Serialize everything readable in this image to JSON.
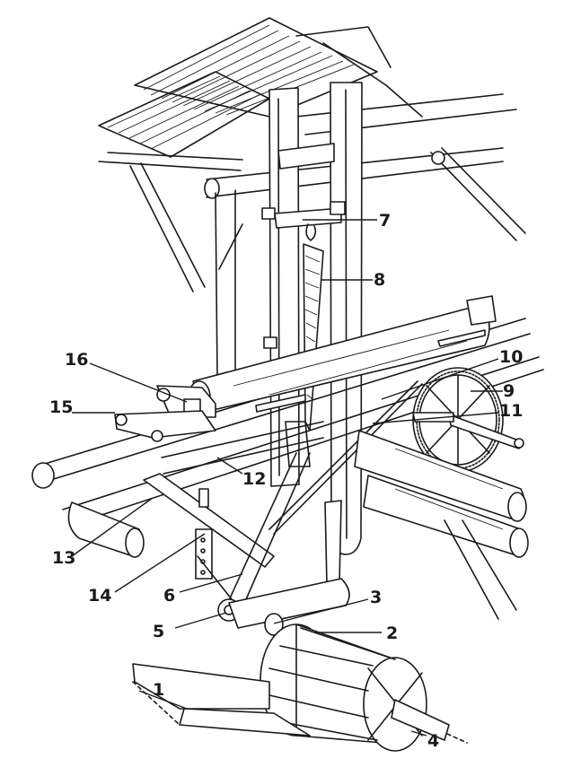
{
  "figure": {
    "labels": [
      {
        "id": "label-1",
        "text": "1"
      },
      {
        "id": "label-2",
        "text": "2"
      },
      {
        "id": "label-3",
        "text": "3"
      },
      {
        "id": "label-4",
        "text": "4"
      },
      {
        "id": "label-5",
        "text": "5"
      },
      {
        "id": "label-6",
        "text": "6"
      },
      {
        "id": "label-7",
        "text": "7"
      },
      {
        "id": "label-8",
        "text": "8"
      },
      {
        "id": "label-9",
        "text": "9"
      },
      {
        "id": "label-10",
        "text": "10"
      },
      {
        "id": "label-11",
        "text": "11"
      },
      {
        "id": "label-12",
        "text": "12"
      },
      {
        "id": "label-13",
        "text": "13"
      },
      {
        "id": "label-14",
        "text": "14"
      },
      {
        "id": "label-15",
        "text": "15"
      },
      {
        "id": "label-16",
        "text": "16"
      }
    ]
  },
  "colors": {
    "ink": "#1a1a1a",
    "paper": "#ffffff"
  }
}
